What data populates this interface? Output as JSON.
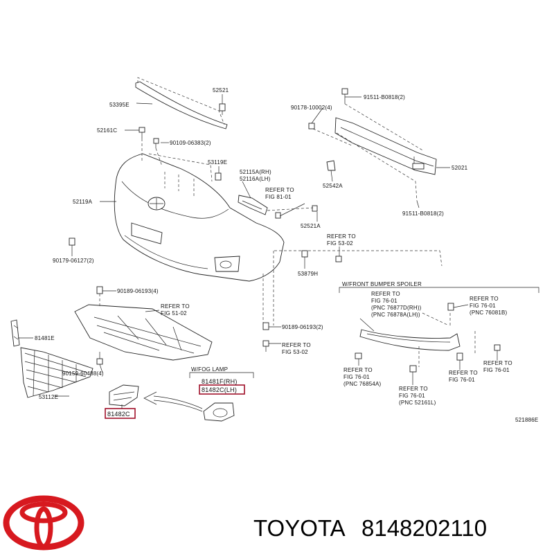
{
  "labels": {
    "p53395e": "53395E",
    "p52521": "52521",
    "p52161c": "52161C",
    "p90109": "90109-06383(2)",
    "p53119e": "53119E",
    "p52115a": "52115A(RH)",
    "p52116a": "52116A(LH)",
    "p52119a": "52119A",
    "ref8101_1": "REFER TO",
    "ref8101_2": "FIG 81-01",
    "p52521a": "52521A",
    "p90178": "90178-10002(4)",
    "p91511a": "91511-B0818(2)",
    "p52021": "52021",
    "p52542a": "52542A",
    "p91511b": "91511-B0818(2)",
    "ref5302a_1": "REFER TO",
    "ref5302a_2": "FIG 53-02",
    "p90179": "90179-06127(2)",
    "p53879h": "53879H",
    "spoiler_cap": "W/FRONT BUMPER SPOILER",
    "p90189a": "90189-06193(4)",
    "ref5102_1": "REFER TO",
    "ref5102_2": "FIG 51-02",
    "ref7601a_1": "REFER TO",
    "ref7601a_2": "FIG 76-01",
    "ref7601a_3": "(PNC 76877D(RH))",
    "ref7601a_4": "(PNC 76878A(LH))",
    "ref7601b_1": "REFER TO",
    "ref7601b_2": "FIG 76-01",
    "ref7601b_3": "(PNC 76081B)",
    "p81481e": "81481E",
    "p90189b": "90189-06193(2)",
    "ref5302b_1": "REFER TO",
    "ref5302b_2": "FIG 53-02",
    "p90159": "90159-60488(4)",
    "fog_cap": "W/FOG LAMP",
    "p81481f": "81481F(RH)",
    "p81482c_lh": "81482C(LH)",
    "p53112e": "53112E",
    "p81482c": "81482C",
    "ref7601c_1": "REFER TO",
    "ref7601c_2": "FIG 76-01",
    "ref7601c_3": "(PNC 76854A)",
    "ref7601d_1": "REFER TO",
    "ref7601d_2": "FIG 76-01",
    "ref7601d_3": "(PNC 52161L)",
    "ref7601e_1": "REFER TO",
    "ref7601e_2": "FIG 76-01",
    "ref7601f_1": "REFER TO",
    "ref7601f_2": "FIG 76-01",
    "diagram_code": "521886E"
  },
  "brand": {
    "name": "TOYOTA",
    "part_number": "8148202110",
    "logo_color": "#d7191f",
    "logo_icon": "toyota-logo-icon"
  },
  "highlight_color": "#a0102a"
}
